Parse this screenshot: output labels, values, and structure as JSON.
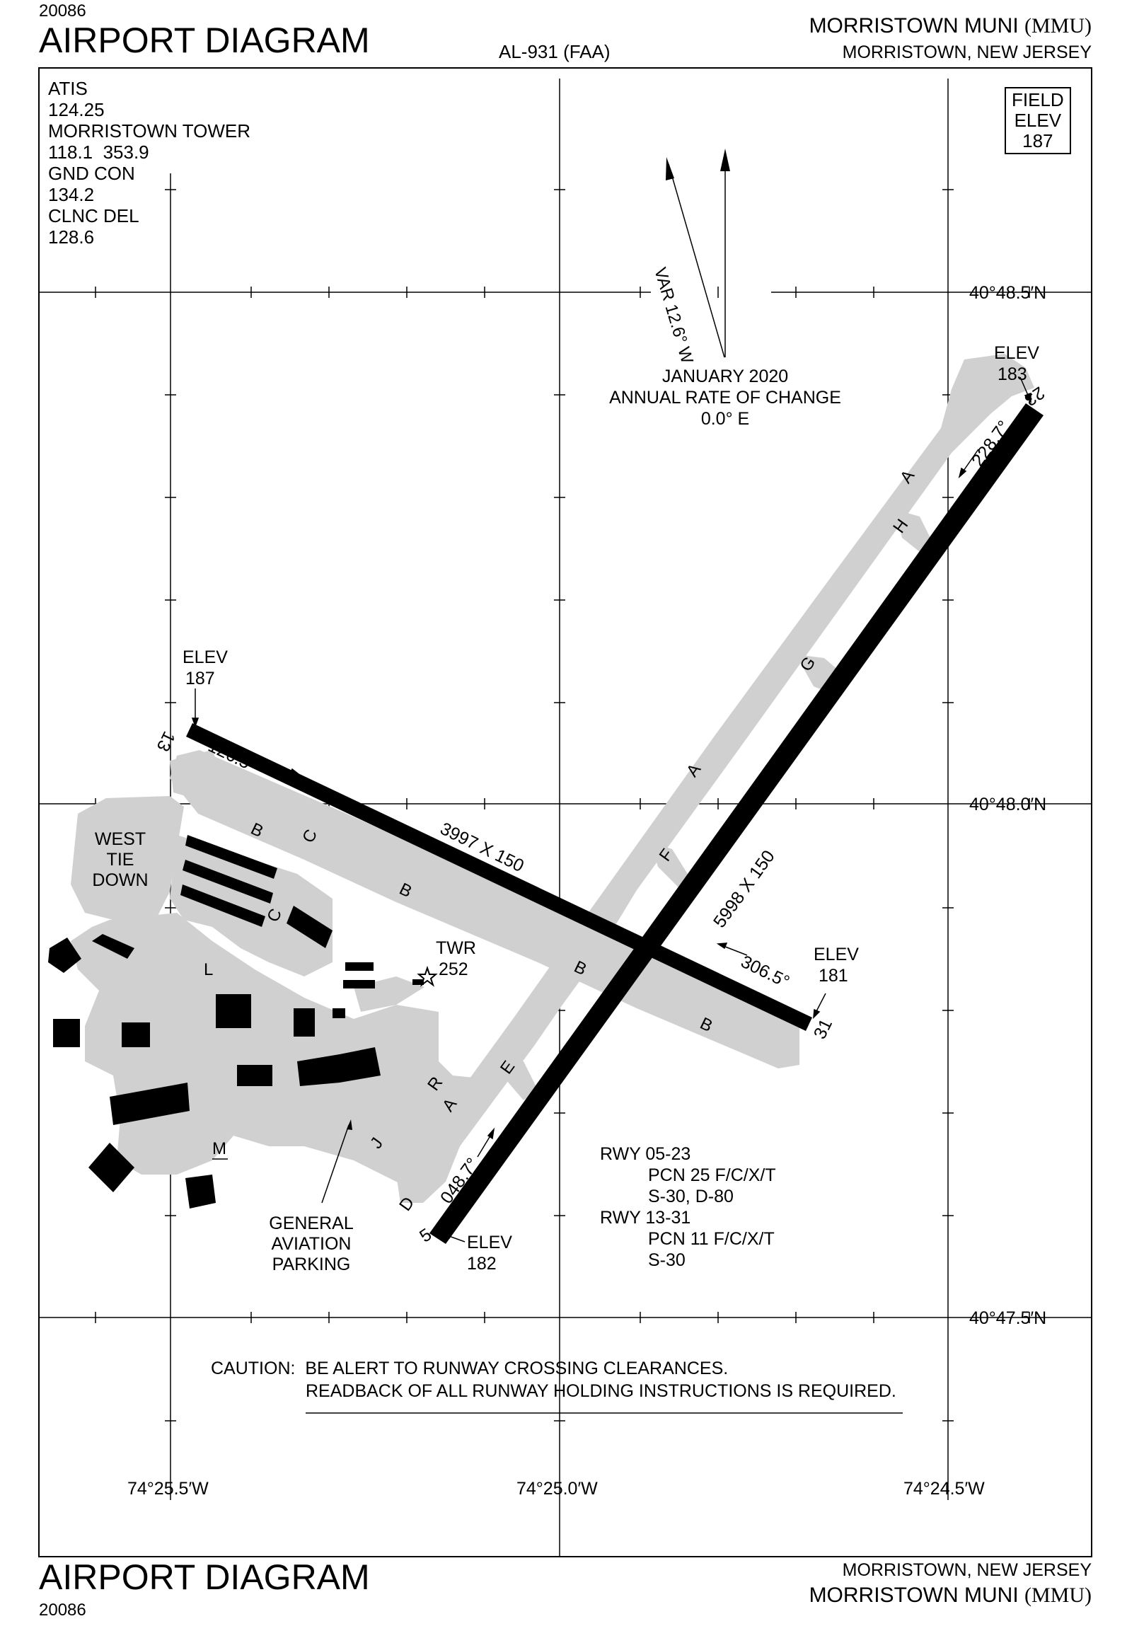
{
  "header": {
    "chart_id": "20086",
    "title": "AIRPORT DIAGRAM",
    "procedure_id": "AL-931 (FAA)",
    "airport_name": "MORRISTOWN MUNI",
    "airport_code": "(MMU)",
    "location": "MORRISTOWN, NEW JERSEY"
  },
  "footer": {
    "chart_id": "20086",
    "title": "AIRPORT DIAGRAM",
    "location": "MORRISTOWN, NEW JERSEY",
    "airport_name": "MORRISTOWN MUNI",
    "airport_code": "(MMU)"
  },
  "frequencies": [
    "ATIS",
    "124.25",
    "MORRISTOWN TOWER",
    "118.1  353.9",
    "GND CON",
    "134.2",
    "CLNC DEL",
    "128.6"
  ],
  "field_elev": {
    "l1": "FIELD",
    "l2": "ELEV",
    "l3": "187"
  },
  "magnetic_variation": {
    "var": "VAR 12.6° W",
    "date": "JANUARY 2020",
    "rate_label": "ANNUAL RATE OF CHANGE",
    "rate": "0.0° E"
  },
  "latitudes": [
    "40°48.5′N",
    "40°48.0′N",
    "40°47.5′N"
  ],
  "longitudes": [
    "74°25.5′W",
    "74°25.0′W",
    "74°24.5′W"
  ],
  "runways": {
    "rwy_05_23": {
      "end_5": "5",
      "end_23": "23",
      "hdg_5": "048.7°",
      "hdg_23": "228.7°",
      "dims": "5998 X 150",
      "elev_5_label": "ELEV",
      "elev_5": "182",
      "elev_23_label": "ELEV",
      "elev_23": "183"
    },
    "rwy_13_31": {
      "end_13": "13",
      "end_31": "31",
      "hdg_13": "126.5°",
      "hdg_31": "306.5°",
      "dims": "3997 X 150",
      "elev_13_label": "ELEV",
      "elev_13": "187",
      "elev_31_label": "ELEV",
      "elev_31": "181"
    }
  },
  "taxiways": {
    "A1": "A",
    "H": "H",
    "G": "G",
    "A2": "A",
    "F": "F",
    "E": "E",
    "R": "R",
    "A3": "A",
    "J": "J",
    "D": "D",
    "B1": "B",
    "C1": "C",
    "B2": "B",
    "C2": "C",
    "L": "L",
    "B3": "B",
    "B4": "B",
    "M": "M"
  },
  "labels": {
    "west_tie_down": [
      "WEST",
      "TIE",
      "DOWN"
    ],
    "twr": "TWR",
    "twr_elev": "252",
    "ga_parking": [
      "GENERAL",
      "AVIATION",
      "PARKING"
    ]
  },
  "pcn_notes": [
    "RWY 05-23",
    "PCN 25 F/C/X/T",
    "S-30, D-80",
    "RWY 13-31",
    "PCN 11 F/C/X/T",
    "S-30"
  ],
  "caution": {
    "line1": "CAUTION:  BE ALERT TO RUNWAY CROSSING CLEARANCES.",
    "line2": "READBACK OF ALL RUNWAY HOLDING INSTRUCTIONS IS REQUIRED."
  },
  "colors": {
    "paved": "#d0d0d0",
    "runway": "#000000",
    "ink": "#000000"
  }
}
